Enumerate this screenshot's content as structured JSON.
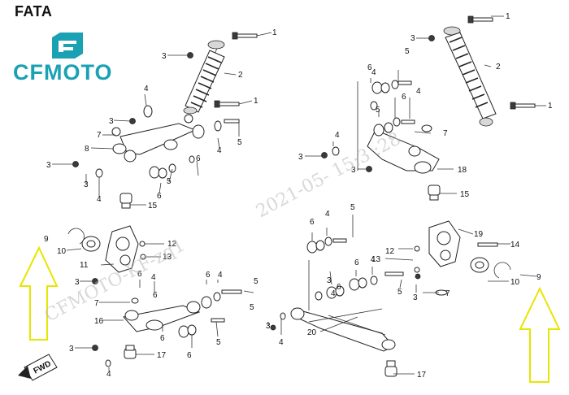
{
  "header": {
    "title": "FATA",
    "logo_text": "CFMOTO"
  },
  "colors": {
    "logo": "#1aa1b4",
    "arrow_outline": "#e6e600",
    "text": "#111111"
  },
  "watermarks": [
    "2021-05-   15:3 :28",
    "CFMOTO-KF-zq1"
  ],
  "badges": {
    "fwd": "FWD"
  },
  "callouts": {
    "left": [
      "1",
      "2",
      "3",
      "1",
      "4",
      "3",
      "7",
      "8",
      "3",
      "5",
      "4",
      "6",
      "3",
      "4",
      "5",
      "6",
      "15",
      "12",
      "13",
      "10",
      "11",
      "9",
      "3",
      "6",
      "4",
      "5",
      "4",
      "7",
      "16",
      "6",
      "5",
      "3",
      "17",
      "4",
      "6",
      "5"
    ],
    "right": [
      "1",
      "2",
      "3",
      "1",
      "6",
      "5",
      "4",
      "6",
      "4",
      "5",
      "3",
      "7",
      "3",
      "18",
      "15",
      "6",
      "4",
      "5",
      "19",
      "14",
      "12",
      "13",
      "6",
      "4",
      "5",
      "3",
      "10",
      "9",
      "7",
      "20",
      "3",
      "4",
      "17"
    ]
  }
}
